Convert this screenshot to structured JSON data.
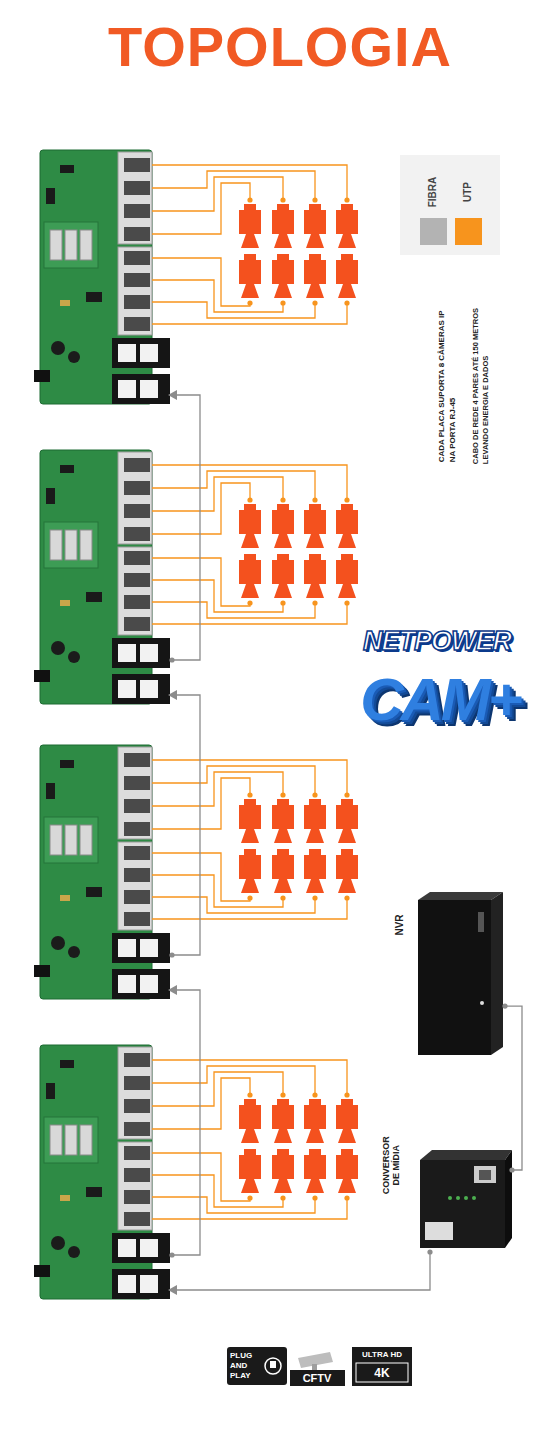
{
  "diagram": {
    "title": "TOPOLOGIA",
    "nodes": [
      {
        "text": [
          "NVR"
        ]
      },
      {
        "text": [
          "CONVERSOR DE MÍDIA"
        ]
      }
    ],
    "edges": [
      {
        "from": 0,
        "to": 1,
        "arrow": "none"
      }
    ],
    "labels": [
      "CADA PLACA SUPORTA 8 CÂMERAS IP NA PORTA RJ-45",
      "CABO DE REDE 4 PARES ATÉ 150 METROS LEVANDO ENERGIA E DADOS",
      "NETPOWER",
      "CAM+",
      "PLUG AND PLAY",
      "CFTV",
      "ULTRA HD",
      "4K"
    ],
    "legend": [
      {
        "text": "FIBRA",
        "color": "#b3b3b3"
      },
      {
        "text": "UTP",
        "color": "#f7941d"
      }
    ]
  }
}
